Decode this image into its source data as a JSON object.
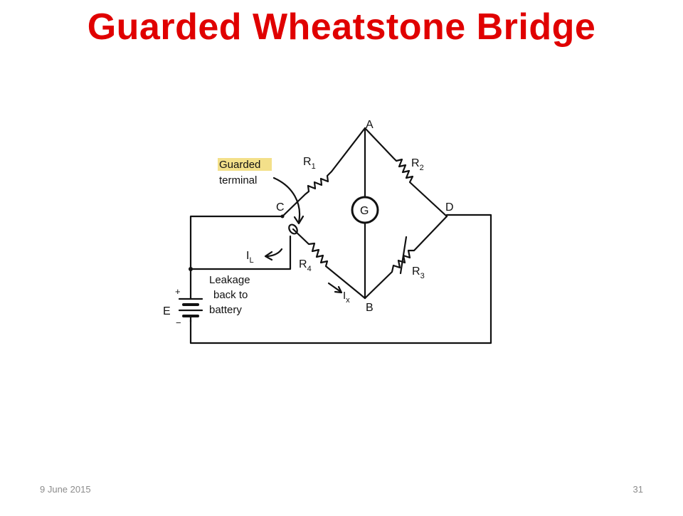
{
  "slide": {
    "title": "Guarded Wheatstone Bridge",
    "footer_date": "9 June 2015",
    "page_number": "31"
  },
  "colors": {
    "title": "#e00000",
    "wire": "#111111",
    "guard_highlight": "#f3e08a",
    "footer": "#8c8c8c"
  },
  "diagram": {
    "nodes": {
      "a": "A",
      "b": "B",
      "c": "C",
      "d": "D"
    },
    "galvanometer": "G",
    "resistors": {
      "r1": {
        "main": "R",
        "sub": "1"
      },
      "r2": {
        "main": "R",
        "sub": "2"
      },
      "r3": {
        "main": "R",
        "sub": "3"
      },
      "r4": {
        "main": "R",
        "sub": "4"
      }
    },
    "guard_label": {
      "line1": "Guarded",
      "line2": "terminal"
    },
    "leakage_current": {
      "main": "I",
      "sub": "L"
    },
    "test_current": {
      "main": "I",
      "sub": "x"
    },
    "leakage_label": {
      "line1": "Leakage",
      "line2": "back to",
      "line3": "battery"
    },
    "battery": {
      "label": "E",
      "plus": "+",
      "minus": "−"
    }
  }
}
